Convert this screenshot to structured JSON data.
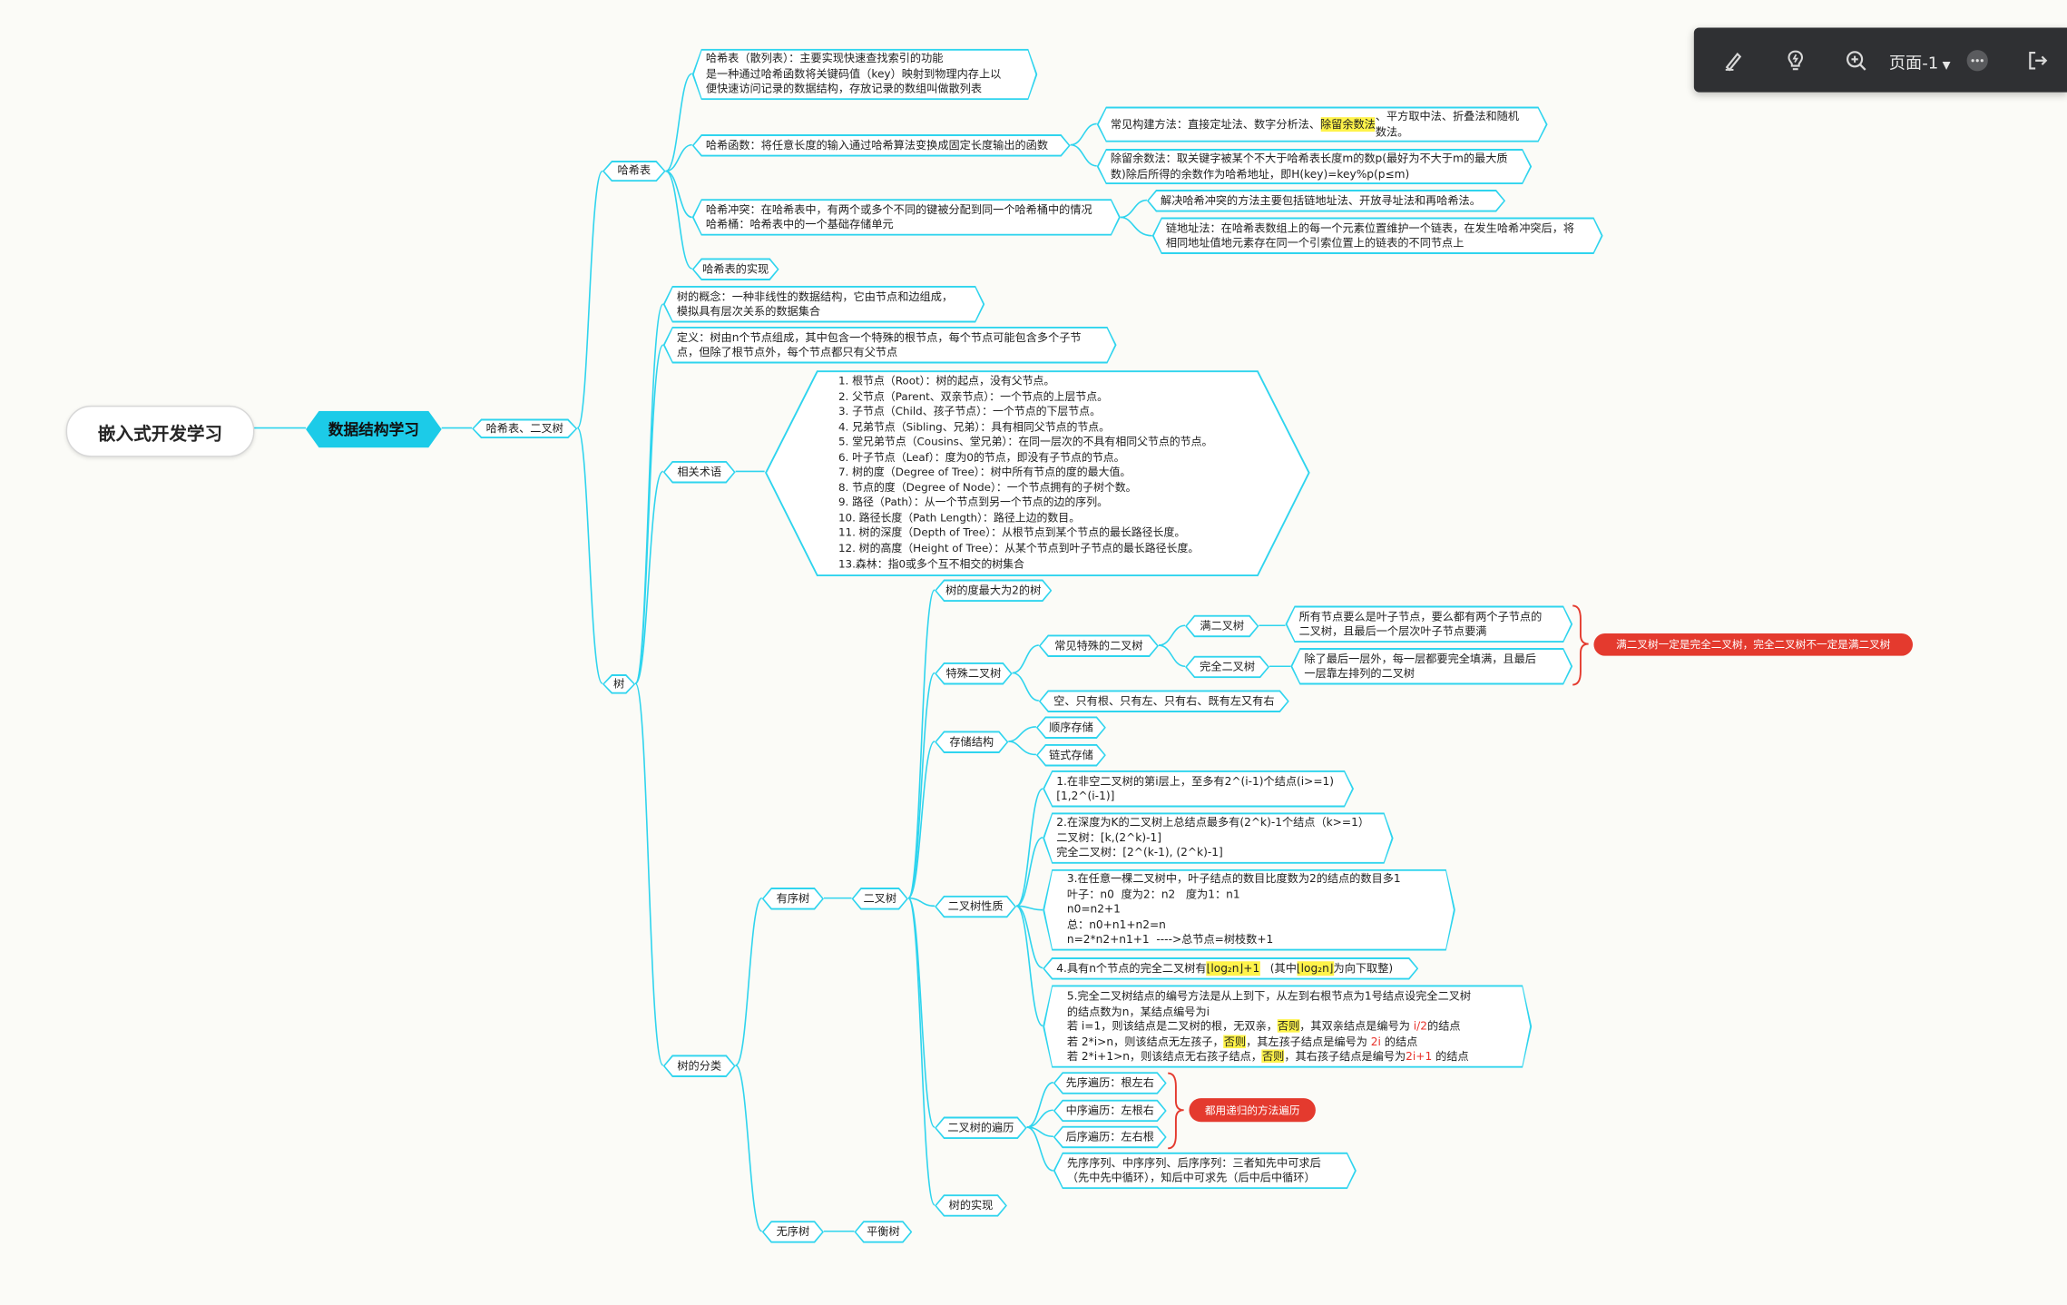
{
  "root": "嵌入式开发学习",
  "main": "数据结构学习",
  "n_hash_tree": "哈希表、二叉树",
  "n_hash": "哈希表",
  "h1": "哈希表（散列表）：主要实现快速查找索引的功能\n是一种通过哈希函数将关键码值（key）映射到物理内存上以\n便快速访问记录的数据结构，存放记录的数组叫做散列表",
  "h2": "哈希函数：将任意长度的输入通过哈希算法变换成固定长度输出的函数",
  "h2a_pre": "常见构建方法：直接定址法、数字分析法、",
  "h2a_hl": "除留余数法",
  "h2a_post": "、平方取中法、折叠法和随机\n数法。",
  "h2b": "除留余数法：取关键字被某个不大于哈希表长度m的数p(最好为不大于m的最大质\n数)除后所得的余数作为哈希地址，即H(key)=key%p(p≤m)",
  "h3": "哈希冲突：在哈希表中，有两个或多个不同的键被分配到同一个哈希桶中的情况\n哈希桶：哈希表中的一个基础存储单元",
  "h3a": "解决哈希冲突的方法主要包括链地址法、开放寻址法和再哈希法。",
  "h3b": "链地址法：在哈希表数组上的每一个元素位置维护一个链表，在发生哈希冲突后，将\n相同地址值地元素存在同一个引索位置上的链表的不同节点上",
  "h4": "哈希表的实现",
  "n_tree": "树",
  "t1": "树的概念：一种非线性的数据结构，它由节点和边组成，\n模拟具有层次关系的数据集合",
  "t2": "定义：树由n个节点组成，其中包含一个特殊的根节点，每个节点可能包含多个子节\n点，但除了根节点外，每个节点都只有父节点",
  "n_terms": "相关术语",
  "terms": "1. 根节点（Root）：树的起点，没有父节点。\n2. 父节点（Parent、双亲节点）：一个节点的上层节点。\n3. 子节点（Child、孩子节点）：一个节点的下层节点。\n4. 兄弟节点（Sibling、兄弟）：具有相同父节点的节点。\n5. 堂兄弟节点（Cousins、堂兄弟）：在同一层次的不具有相同父节点的节点。\n6. 叶子节点（Leaf）：度为0的节点，即没有子节点的节点。\n7. 树的度（Degree of Tree）：树中所有节点的度的最大值。\n8. 节点的度（Degree of Node）：一个节点拥有的子树个数。\n9. 路径（Path）：从一个节点到另一个节点的边的序列。\n10. 路径长度（Path Length）：路径上边的数目。\n11. 树的深度（Depth of Tree）：从根节点到某个节点的最长路径长度。\n12. 树的高度（Height of Tree）：从某个节点到叶子节点的最长路径长度。\n13.森林：指0或多个互不相交的树集合",
  "n_class": "树的分类",
  "n_ordered": "有序树",
  "n_unordered": "无序树",
  "n_balanced": "平衡树",
  "n_binary": "二叉树",
  "b_degree": "树的度最大为2的树",
  "n_special": "特殊二叉树",
  "n_common_special": "常见特殊的二叉树",
  "n_full": "满二叉树",
  "full_desc": "所有节点要么是叶子节点，要么都有两个子节点的\n二叉树，且最后一个层次叶子节点要满",
  "n_complete": "完全二叉树",
  "complete_desc": "除了最后一层外，每一层都要完全填满，且最后\n一层靠左排列的二叉树",
  "full_note": "满二叉树一定是完全二叉树，完全二叉树不一定是满二叉树",
  "b_shapes": "空、只有根、只有左、只有右、既有左又有右",
  "n_storage": "存储结构",
  "s_seq": "顺序存储",
  "s_link": "链式存储",
  "n_props": "二叉树性质",
  "p1": "1.在非空二叉树的第i层上，至多有2^(i-1)个结点(i>=1)\n[1,2^(i-1)]",
  "p2": "2.在深度为K的二叉树上总结点最多有(2^k)-1个结点（k>=1）\n二叉树：[k,(2^k)-1]\n完全二叉树：[2^(k-1), (2^k)-1]",
  "p3": "3.在任意一棵二叉树中，叶子结点的数目比度数为2的结点的数目多1\n叶子：n0  度为2：n2   度为1：n1\nn0=n2+1\n总：n0+n1+n2=n\nn=2*n2+n1+1  ---->总节点=树枝数+1",
  "p4_a": "4.具有n个节点的完全二叉树有",
  "p4_hl1": "⌊log₂n⌋+1",
  "p4_b": "   (其中",
  "p4_hl2": "⌊log₂n⌋",
  "p4_c": "为向下取整)",
  "p5_l1": "5.完全二叉树结点的编号方法是从上到下，从左到右根节点为1号结点设完全二叉树",
  "p5_l2": "的结点数为n，某结点编号为i",
  "p5_l3a": "若 i=1，则该结点是二叉树的根，无双亲，",
  "p5_l3hl": "否则",
  "p5_l3b": "，其双亲结点是编号为",
  "p5_l3red": " i/2",
  "p5_l3c": "的结点",
  "p5_l4a": "若 2*i>n，则该结点无左孩子，",
  "p5_l4hl": "否则",
  "p5_l4b": "，其左孩子结点是编号为 ",
  "p5_l4red": "2i",
  "p5_l4c": " 的结点",
  "p5_l5a": "若 2*i+1>n，则该结点无右孩子结点，",
  "p5_l5hl": "否则",
  "p5_l5b": "，其右孩子结点是编号为",
  "p5_l5red": "2i+1",
  "p5_l5c": " 的结点",
  "n_traversal": "二叉树的遍历",
  "tr1": "先序遍历：根左右",
  "tr2": "中序遍历：左根右",
  "tr3": "后序遍历：左右根",
  "tr_note": "都用递归的方法遍历",
  "tr4": "先序序列、中序序列、后序序列：三者知先中可求后\n（先中先中循环），知后中可求先（后中后中循环）",
  "b_impl": "树的实现",
  "toolbar": {
    "page_label": "页面-1"
  },
  "icons": {
    "pen": "pen-icon",
    "bulb": "lightbulb-icon",
    "zoom": "zoom-in-icon",
    "more": "more-icon",
    "exit": "exit-icon"
  },
  "colors": {
    "line": "#2fd4ee",
    "main": "#1ccbe8",
    "red": "#e43a2e",
    "bracket": "#e43a2e",
    "toolbar": "#2f3033"
  }
}
